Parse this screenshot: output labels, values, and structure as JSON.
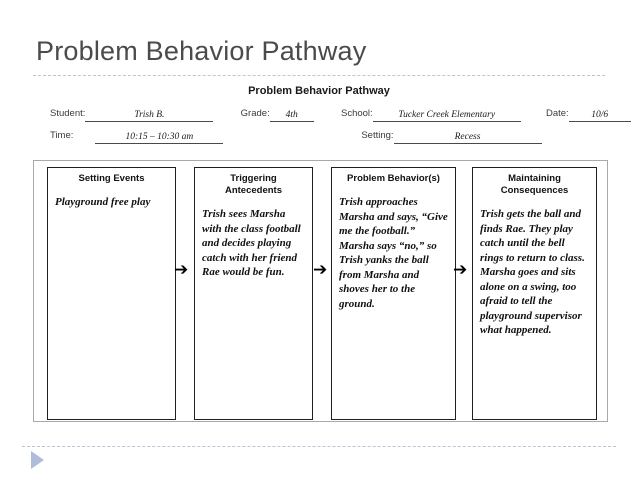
{
  "slide": {
    "title": "Problem Behavior Pathway",
    "footer_marker_color": "#aebddb",
    "divider_color": "#b9c6d8"
  },
  "worksheet": {
    "title": "Problem Behavior Pathway",
    "fields": {
      "student": {
        "label": "Student:",
        "value": "Trish B."
      },
      "grade": {
        "label": "Grade:",
        "value": "4th"
      },
      "school": {
        "label": "School:",
        "value": "Tucker Creek Elementary"
      },
      "date": {
        "label": "Date:",
        "value": "10/6"
      },
      "time": {
        "label": "Time:",
        "value": "10:15 – 10:30 am"
      },
      "setting": {
        "label": "Setting:",
        "value": "Recess"
      }
    },
    "columns": [
      {
        "header": "Setting Events",
        "body": "Playground free play"
      },
      {
        "header": "Triggering Antecedents",
        "body": "Trish sees Marsha with the class football and decides playing catch with her friend Rae would be fun."
      },
      {
        "header": "Problem Behavior(s)",
        "body": "Trish approaches Marsha and says, “Give me the football.”  Marsha says “no,” so Trish yanks the ball from Marsha and shoves her to the ground."
      },
      {
        "header": "Maintaining Consequences",
        "body": "Trish gets the ball and finds Rae. They play catch until the bell rings to return to class. Marsha goes and sits alone on a swing, too afraid to tell the playground supervisor what happened."
      }
    ],
    "arrows": [
      "➔",
      "➔",
      "➔"
    ]
  }
}
